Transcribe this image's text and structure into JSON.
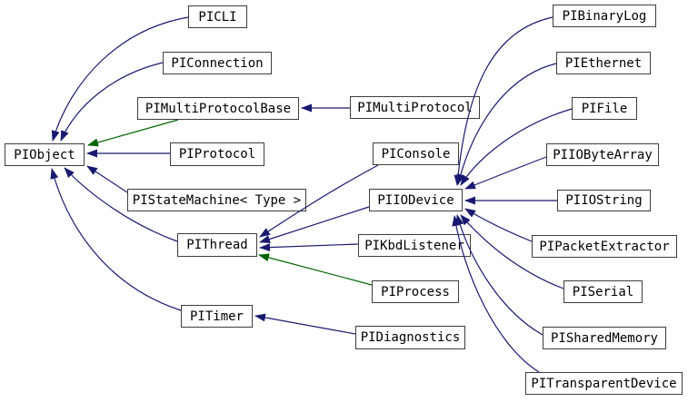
{
  "diagram": {
    "type": "inheritance-graph",
    "background": "#ffffff",
    "colors": {
      "public_inheritance_edge": "#191970",
      "protected_inheritance_edge": "#006400",
      "node_border": "#3d3d3d",
      "node_fill": "#ffffff",
      "node_text": "#000000"
    },
    "nodes": {
      "PIObject": "PIObject",
      "PICLI": "PICLI",
      "PIConnection": "PIConnection",
      "PIMultiProtocolBase": "PIMultiProtocolBase",
      "PIMultiProtocol": "PIMultiProtocol",
      "PIProtocol": "PIProtocol",
      "PIStateMachine": "PIStateMachine< Type >",
      "PIConsole": "PIConsole",
      "PIIODevice": "PIIODevice",
      "PIThread": "PIThread",
      "PIKbdListener": "PIKbdListener",
      "PIProcess": "PIProcess",
      "PITimer": "PITimer",
      "PIDiagnostics": "PIDiagnostics",
      "PIBinaryLog": "PIBinaryLog",
      "PIEthernet": "PIEthernet",
      "PIFile": "PIFile",
      "PIIOByteArray": "PIIOByteArray",
      "PIIOString": "PIIOString",
      "PIPacketExtractor": "PIPacketExtractor",
      "PISerial": "PISerial",
      "PISharedMemory": "PISharedMemory",
      "PITransparentDevice": "PITransparentDevice"
    },
    "edges": [
      {
        "from": "PICLI",
        "to": "PIObject",
        "type": "public"
      },
      {
        "from": "PIConnection",
        "to": "PIObject",
        "type": "public"
      },
      {
        "from": "PIMultiProtocolBase",
        "to": "PIObject",
        "type": "protected"
      },
      {
        "from": "PIProtocol",
        "to": "PIObject",
        "type": "public"
      },
      {
        "from": "PIStateMachine< Type >",
        "to": "PIObject",
        "type": "public"
      },
      {
        "from": "PIThread",
        "to": "PIObject",
        "type": "public"
      },
      {
        "from": "PITimer",
        "to": "PIObject",
        "type": "public"
      },
      {
        "from": "PIMultiProtocol",
        "to": "PIMultiProtocolBase",
        "type": "public"
      },
      {
        "from": "PIConsole",
        "to": "PIThread",
        "type": "public"
      },
      {
        "from": "PIIODevice",
        "to": "PIThread",
        "type": "public"
      },
      {
        "from": "PIKbdListener",
        "to": "PIThread",
        "type": "public"
      },
      {
        "from": "PIProcess",
        "to": "PIThread",
        "type": "protected"
      },
      {
        "from": "PIDiagnostics",
        "to": "PITimer",
        "type": "public"
      },
      {
        "from": "PIBinaryLog",
        "to": "PIIODevice",
        "type": "public"
      },
      {
        "from": "PIEthernet",
        "to": "PIIODevice",
        "type": "public"
      },
      {
        "from": "PIFile",
        "to": "PIIODevice",
        "type": "public"
      },
      {
        "from": "PIIOByteArray",
        "to": "PIIODevice",
        "type": "public"
      },
      {
        "from": "PIIOString",
        "to": "PIIODevice",
        "type": "public"
      },
      {
        "from": "PIPacketExtractor",
        "to": "PIIODevice",
        "type": "public"
      },
      {
        "from": "PISerial",
        "to": "PIIODevice",
        "type": "public"
      },
      {
        "from": "PISharedMemory",
        "to": "PIIODevice",
        "type": "public"
      },
      {
        "from": "PITransparentDevice",
        "to": "PIIODevice",
        "type": "public"
      }
    ]
  }
}
